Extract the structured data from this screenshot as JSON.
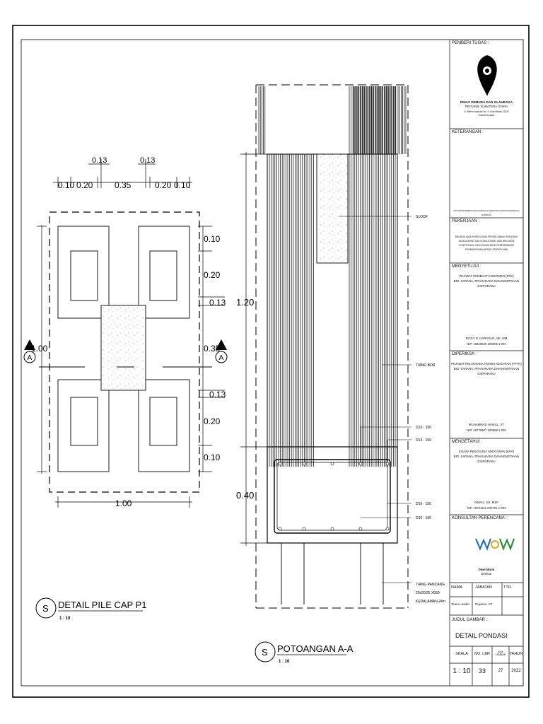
{
  "left_drawing": {
    "top_dims": [
      "0.10",
      "0.20",
      "0.35",
      "0.20",
      "0.10"
    ],
    "top_small_dims": [
      "0.13",
      "0.13"
    ],
    "right_dims": [
      "0.10",
      "0.20",
      "0.13",
      "0.35",
      "0.13",
      "0.20",
      "0.10"
    ],
    "left_dim": "1.00",
    "bottom_dim": "1.00",
    "section_marker": "A",
    "title_symbol": "S",
    "title": "DETAIL PILE CAP P1",
    "scale": "1 : 10"
  },
  "right_drawing": {
    "dim_upper": "1.20",
    "dim_lower": "0.40",
    "labels": [
      "SLOOF",
      "TIANG BOR",
      "D13 - 150",
      "D13 - 150",
      "D16 - 150",
      "D16 - 150"
    ],
    "pile_note": [
      "TIANG PANCANG",
      "20x20/25 X550",
      "KEDALAMAN 24m"
    ],
    "title_symbol": "S",
    "title": "POTOANGAN A-A",
    "scale": "1 : 10"
  },
  "title_block": {
    "pemberi_tugas_label": "PEMBERI TUGAS :",
    "agency": "DINAS PEMUDA DAN OLAHRAGA",
    "province": "PROVINSI SUMATERA UTARA",
    "address": "Jl. Willem Iskandar No. 9, Kota Medan 20222",
    "region": "Sumatera Utara",
    "keterangan_label": "KETERANGAN :",
    "keterangan_text": "UNIT TEKNIS PEMBANGUNAN GEDUNG OLAHRAGA DAN FASILITAS PENDUKUNG DISPORASU",
    "pekerjaan_label": "PEKERJAAN :",
    "pekerjaan_lines": [
      "BELANJA JASA KONSULTANSI PERENCANAAN REKAYASA",
      "JASA NASIHAT DAN KONSULTANSI JASA REKAYASA",
      "KONSTRUKSI JASA KONSULTANSI PERENCANAAN",
      "PEMBANGUNAN MOSUD STADION MINI"
    ],
    "menyetujui_label": "MENYETUJUI :",
    "menyetujui_role": [
      "PEJABAT PEMBUAT KOMITMEN (PPK)",
      "BID. SARANA, PRASARANA DAN KEMITRAAN",
      "DISPORASU"
    ],
    "menyetujui_name": "RICKY R. HARIANJA, SE, MM",
    "menyetujui_nip": "NIP. 19840529 200805 1 001",
    "diperiksa_label": "DIPERIKSA :",
    "diperiksa_role": [
      "PEJABAT PELAKSANA TEKNIS KEGIATAN (PPTK)",
      "BID. SARANA, PRASARANA DAN KEMITRAAN",
      "DISPORASU"
    ],
    "diperiksa_name": "MUHAMMAD HAIKAL, ST",
    "diperiksa_nip": "NIP. 19770507 200909 1 003",
    "mengetahui_label": "MENGETAHUI :",
    "mengetahui_role": [
      "KUASA PENGGUNA ANGGARAN (KPA)",
      "BID. SARANA, PRASARANA DAN KEMITRAAN",
      "DISPORASU"
    ],
    "mengetahui_name": "ISMAIL, SH, MSP",
    "mengetahui_nip": "NIP.   19701112 200701 1 004",
    "konsultan_label": "KONSULTAN PERENCANA :",
    "consultant_name": "Dewi Marni",
    "consultant_role": "Direktur",
    "table_headers": [
      "NAMA",
      "JABATAN",
      "TTD."
    ],
    "table_row": [
      "Team Leader",
      "Pujianto, ST",
      ""
    ],
    "judul_label": "JUDUL GAMBAR :",
    "judul": "DETAIL PONDASI",
    "bottom_headers": [
      "SKALA",
      "NO. LBR",
      "JUM. LEMBAR",
      "TAHUN"
    ],
    "bottom_values": [
      "1 : 10",
      "33",
      "27",
      "2022"
    ]
  }
}
